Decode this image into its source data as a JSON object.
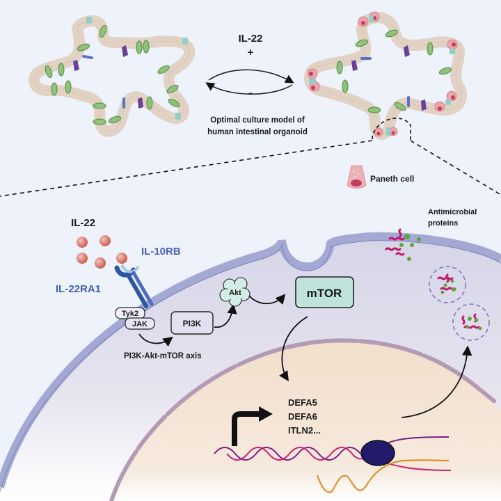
{
  "top": {
    "stimulus_label": "IL-22",
    "plus_sign": "+",
    "minus_sign": "-",
    "caption_line1": "Optimal culture model of",
    "caption_line2": "human intestinal organoid",
    "legend_label": "Paneth cell"
  },
  "pathway": {
    "ligand_label": "IL-22",
    "receptor_a_label": "IL-10RB",
    "receptor_b_label": "IL-22RA1",
    "kinase1_label": "Tyk2",
    "kinase2_label": "JAK",
    "pi3k_label": "PI3K",
    "akt_label": "Akt",
    "mtor_label": "mTOR",
    "axis_label": "PI3K-Akt-mTOR axis",
    "secretion_label_line1": "Antimicrobial",
    "secretion_label_line2": "proteins",
    "genes": [
      "DEFA5",
      "DEFA6",
      "ITLN2..."
    ]
  },
  "colors": {
    "background": "#eef2fb",
    "membrane": "#9fa6d2",
    "cytoplasm": "#d9d8e8",
    "nucleus": "#f3e2d2",
    "nuclear_envelope": "#b39bb5",
    "receptor_dark": "#2e57a3",
    "receptor_light": "#4c6cc4",
    "receptor_label": "#3f5fb0",
    "ligand": "#d9776a",
    "mtor_fill": "#bfe3da",
    "pi3k_fill": "#e3e0f0",
    "amp_magenta": "#c0166e",
    "amp_green": "#5aa83a",
    "vesicle_border": "#7b72b3",
    "rna_polymerase": "#231a6b",
    "dna_strand_a": "#7a1e86",
    "dna_strand_b": "#cc1f73",
    "mrna": "#d98a1c",
    "paneth": "#e9a6ad",
    "organoid_cell": "#e4d5c8",
    "goblet_green": "#5f9c4f",
    "enteroendocrine_purple": "#6b3f9a"
  }
}
